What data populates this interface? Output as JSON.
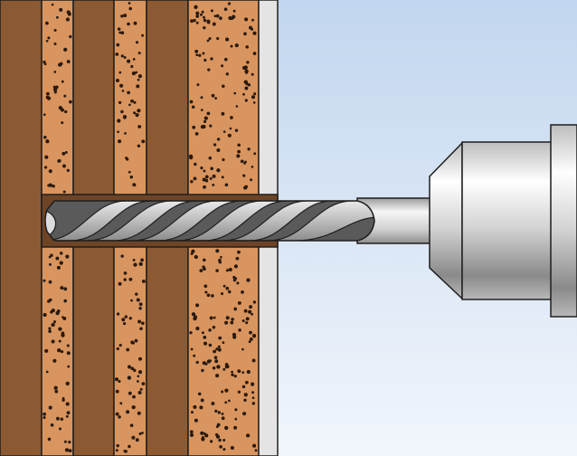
{
  "diagram": {
    "subject": "drilling-into-layered-wall",
    "labels": [],
    "colors": {
      "sky_top": "#c2d6ef",
      "sky_bottom": "#f2f6fc",
      "timber": "#8b5a33",
      "insulation": "#d9955f",
      "insulation_dots": "#2a1a0e",
      "plaster": "#e4e4e4",
      "outline": "#1e1e1e",
      "steel_light": "#f4f4f4",
      "steel_mid": "#c8c8c8",
      "steel_dark": "#7a7a7a",
      "hole": "#6e4426"
    }
  },
  "parts": {
    "wall_layers": [
      {
        "name": "timber",
        "material": "wood"
      },
      {
        "name": "insulation",
        "material": "mineral-fill"
      },
      {
        "name": "timber",
        "material": "wood"
      },
      {
        "name": "insulation",
        "material": "mineral-fill"
      },
      {
        "name": "timber",
        "material": "wood"
      },
      {
        "name": "insulation",
        "material": "mineral-fill"
      },
      {
        "name": "plaster-board",
        "material": "plaster"
      }
    ],
    "tool": [
      "drill-bit",
      "drill-chuck"
    ]
  }
}
